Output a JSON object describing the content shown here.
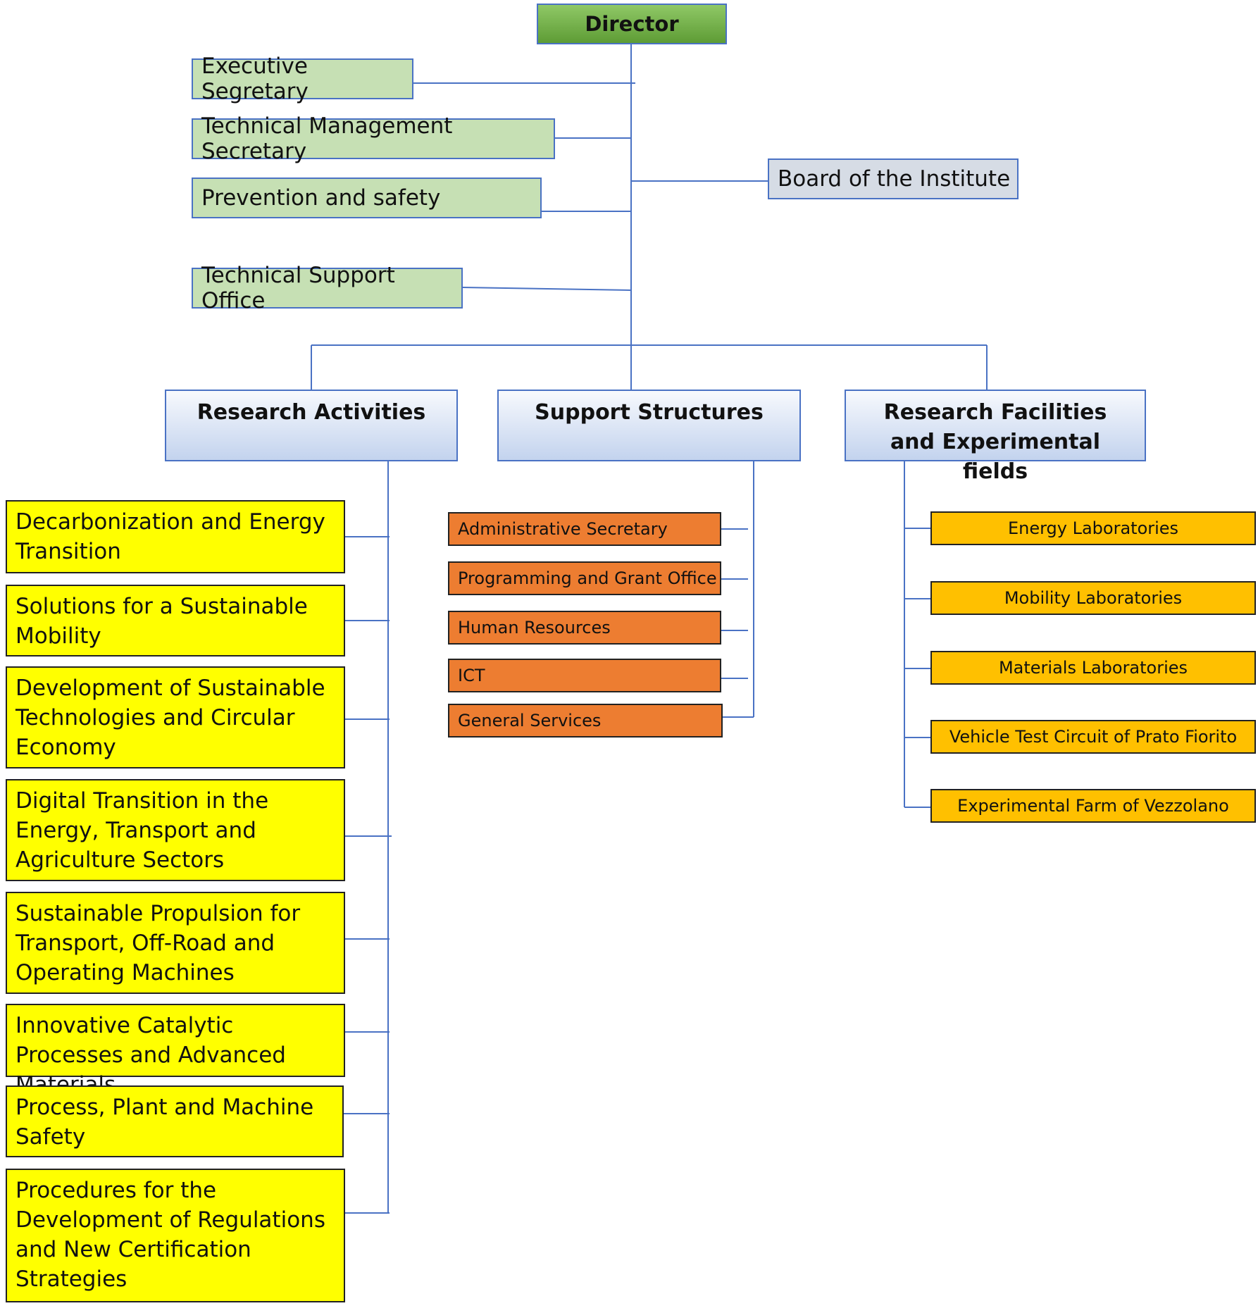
{
  "director": "Director",
  "staff_offices": [
    "Executive Segretary",
    "Technical Management Secretary",
    "Prevention and safety",
    "Technical Support Office"
  ],
  "board": "Board of the Institute",
  "divisions": [
    "Research Activities",
    "Support Structures",
    "Research Facilities and Experimental fields"
  ],
  "research_activities": [
    "Decarbonization and Energy Transition",
    "Solutions for a Sustainable Mobility",
    "Development of Sustainable Technologies and Circular Economy",
    "Digital Transition in the Energy, Transport and Agriculture Sectors",
    "Sustainable Propulsion for Transport, Off-Road and Operating Machines",
    "Innovative Catalytic Processes and Advanced Materials",
    "Process, Plant and Machine Safety",
    "Procedures for the Development of Regulations and New Certification Strategies"
  ],
  "support_structures": [
    "Administrative Secretary",
    "Programming and Grant Office",
    "Human Resources",
    "ICT",
    "General Services"
  ],
  "facilities": [
    "Energy Laboratories",
    "Mobility Laboratories",
    "Materials Laboratories",
    "Vehicle Test Circuit of Prato Fiorito",
    "Experimental Farm of Vezzolano"
  ],
  "colors": {
    "connector": "#4a72c4",
    "director": "#70ad47",
    "staff": "#c6e0b4",
    "board": "#d6dce5",
    "division": "#c3d3ee",
    "research": "#ffff00",
    "support": "#ed7d31",
    "facility": "#ffc000"
  }
}
